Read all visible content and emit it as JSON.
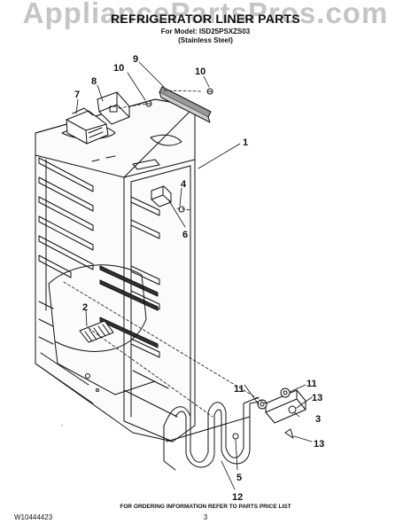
{
  "header": {
    "watermark": "AppliancePartsPros.com",
    "title": "REFRIGERATOR LINER PARTS",
    "model_line": "For Model: ISD25PSXZS03",
    "variant_line": "(Stainless Steel)"
  },
  "callouts": [
    {
      "id": "1"
    },
    {
      "id": "2"
    },
    {
      "id": "3"
    },
    {
      "id": "4"
    },
    {
      "id": "5"
    },
    {
      "id": "6"
    },
    {
      "id": "7"
    },
    {
      "id": "8"
    },
    {
      "id": "9"
    },
    {
      "id": "10a"
    },
    {
      "id": "10b"
    },
    {
      "id": "11a"
    },
    {
      "id": "11b"
    },
    {
      "id": "12"
    },
    {
      "id": "13a"
    },
    {
      "id": "13b"
    }
  ],
  "callout_labels": {
    "c1": "1",
    "c2": "2",
    "c3": "3",
    "c4": "4",
    "c5": "5",
    "c6": "6",
    "c7": "7",
    "c8": "8",
    "c9": "9",
    "c10a": "10",
    "c10b": "10",
    "c11a": "11",
    "c11b": "11",
    "c12": "12",
    "c13a": "13",
    "c13b": "13"
  },
  "footer": {
    "note": "FOR ORDERING INFORMATION REFER TO PARTS PRICE LIST",
    "doc_number": "W10444423",
    "page": "3"
  }
}
